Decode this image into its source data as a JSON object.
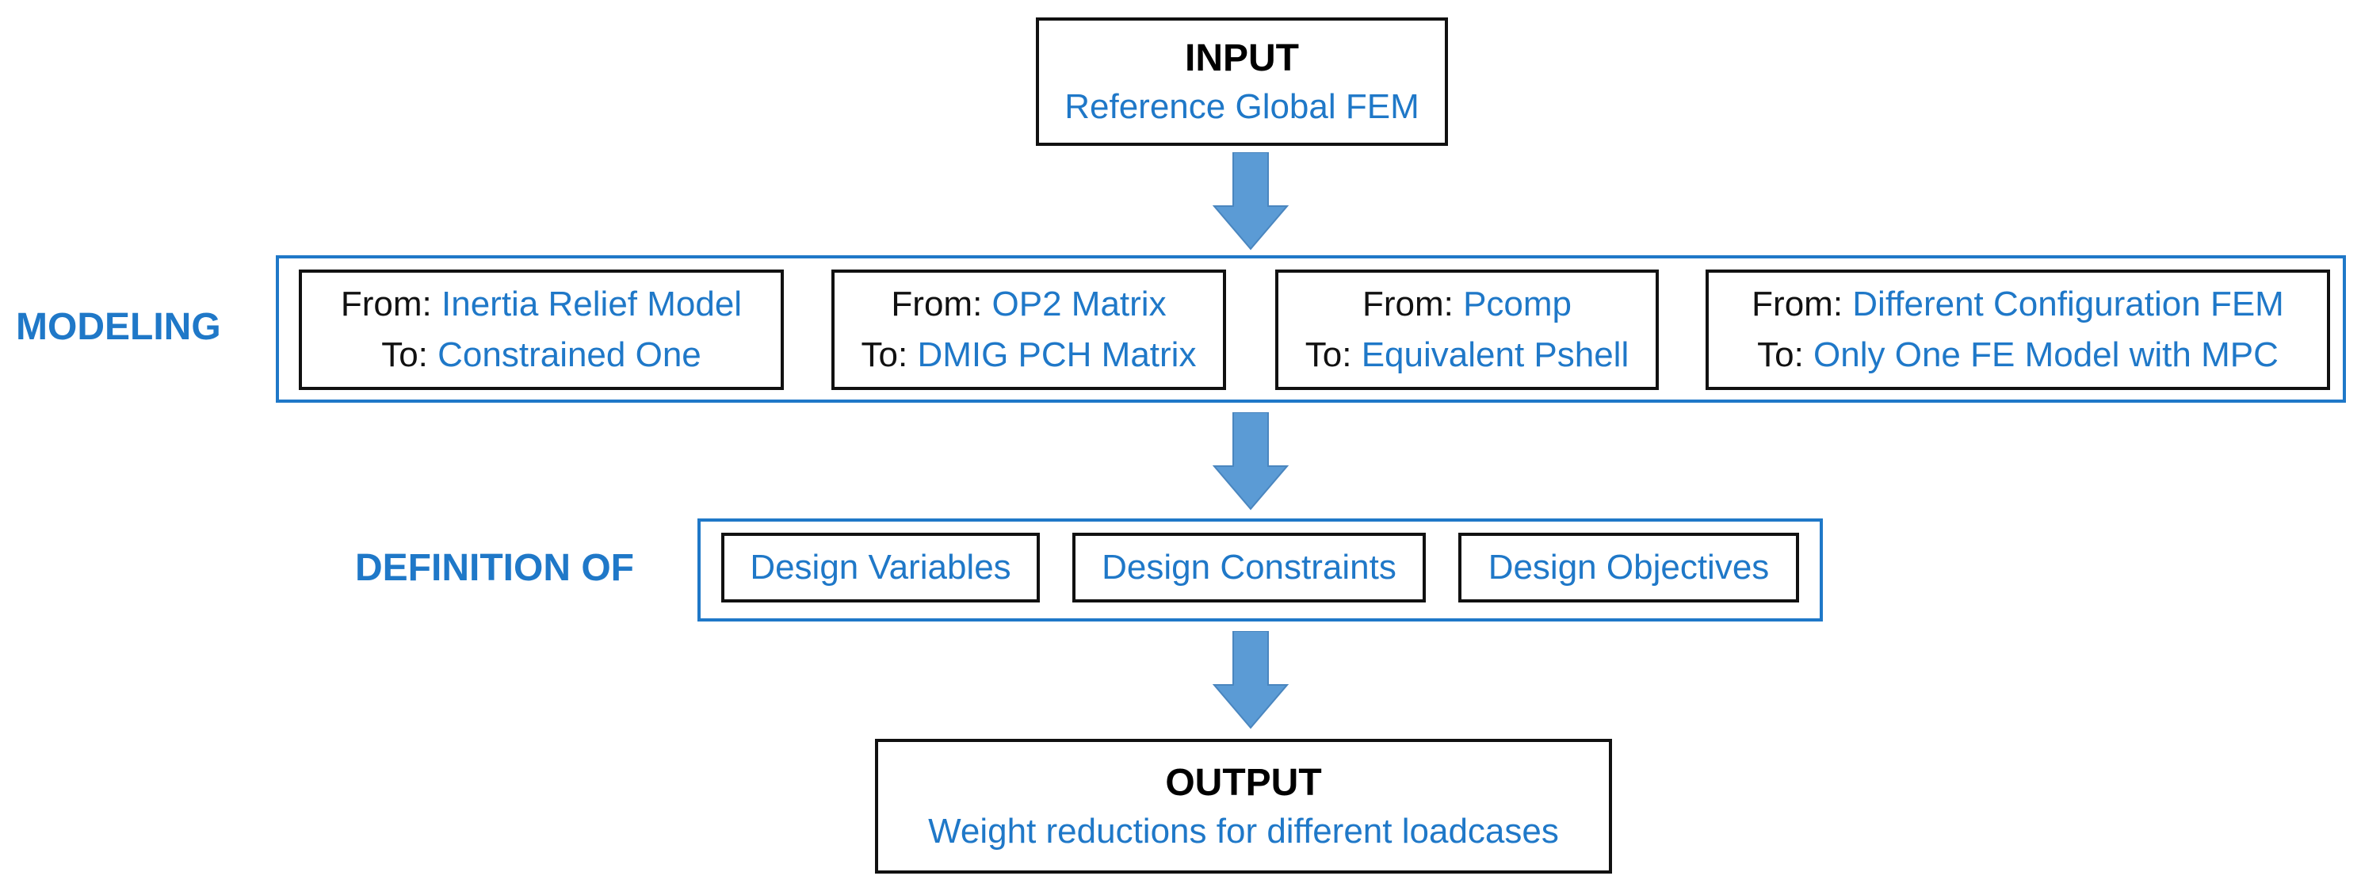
{
  "input": {
    "title": "INPUT",
    "subtitle": "Reference Global FEM"
  },
  "modeling": {
    "label": "MODELING",
    "from_prefix": "From: ",
    "to_prefix": "To: ",
    "boxes": [
      {
        "from": "Inertia Relief Model",
        "to": "Constrained One"
      },
      {
        "from": "OP2 Matrix",
        "to": "DMIG PCH Matrix"
      },
      {
        "from": "Pcomp",
        "to": "Equivalent Pshell"
      },
      {
        "from": "Different Configuration FEM",
        "to": "Only One FE Model with MPC"
      }
    ]
  },
  "definition": {
    "label": "DEFINITION OF",
    "items": [
      "Design Variables",
      "Design Constraints",
      "Design Objectives"
    ]
  },
  "output": {
    "title": "OUTPUT",
    "subtitle": "Weight reductions for different loadcases"
  },
  "colors": {
    "accent": "#1f78c8",
    "arrow": "#5b9bd5",
    "border": "#111111"
  },
  "icons": [
    "down-arrow-icon"
  ]
}
